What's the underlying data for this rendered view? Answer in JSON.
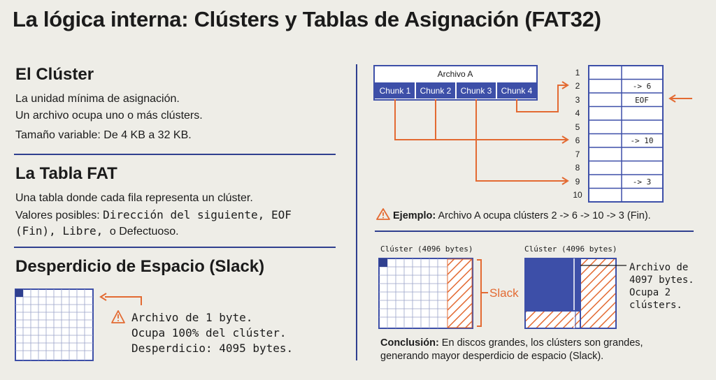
{
  "title": "La lógica interna: Clústers y Tablas de Asignación (FAT32)",
  "cluster": {
    "heading": "El Clúster",
    "line1": "La unidad mínima de asignación.",
    "line2": "Un archivo ocupa uno o más clústers.",
    "line3": "Tamaño variable: De 4  KB a 32  KB."
  },
  "fat": {
    "heading": "La Tabla FAT",
    "line1": "Una tabla donde cada fila representa un clúster.",
    "line2_prefix": "Valores posibles: ",
    "line2_mono": "Dirección del siguiente",
    "line2_suffix": ", EOF",
    "line3_mono": "(Fin)",
    "line3_mono2": ", Libre, ",
    "line3_suffix": "o Defectuoso."
  },
  "slack": {
    "heading": "Desperdicio de Espacio (Slack)",
    "note_line1": "Archivo de 1 byte.",
    "note_line2": "Ocupa 100% del clúster.",
    "note_line3": "Desperdicio: 4095 bytes."
  },
  "file_diagram": {
    "file_label": "Archivo A",
    "chunks": [
      "Chunk 1",
      "Chunk 2",
      "Chunk 3",
      "Chunk 4"
    ]
  },
  "fat_table": {
    "rows": [
      {
        "num": "1",
        "value": ""
      },
      {
        "num": "2",
        "value": "-> 6"
      },
      {
        "num": "3",
        "value": "EOF"
      },
      {
        "num": "4",
        "value": ""
      },
      {
        "num": "5",
        "value": ""
      },
      {
        "num": "6",
        "value": "-> 10"
      },
      {
        "num": "7",
        "value": ""
      },
      {
        "num": "8",
        "value": ""
      },
      {
        "num": "9",
        "value": "-> 3"
      },
      {
        "num": "10",
        "value": ""
      }
    ]
  },
  "example": {
    "bold": "Ejemplo:",
    "text": " Archivo A ocupa clústers 2 -> 6 -> 10 -> 3 (Fin)."
  },
  "comparison": {
    "left_label": "Clúster (4096 bytes)",
    "right_label": "Clúster (4096 bytes)",
    "slack_label": "Slack",
    "right_note_line1": "Archivo de",
    "right_note_line2": "4097 bytes.",
    "right_note_line3": "Ocupa 2",
    "right_note_line4": "clústers."
  },
  "conclusion": {
    "bold": "Conclusión:",
    "text1": " En discos grandes, los clústers son grandes,",
    "text2": "generando mayor desperdicio de espacio (Slack)."
  },
  "colors": {
    "navy": "#2f3f8f",
    "blue": "#3d4fa8",
    "orange": "#e36a32",
    "background": "#eeede7"
  },
  "icons": [
    "warning-icon",
    "arrow-left-icon",
    "arrow-right-icon"
  ]
}
